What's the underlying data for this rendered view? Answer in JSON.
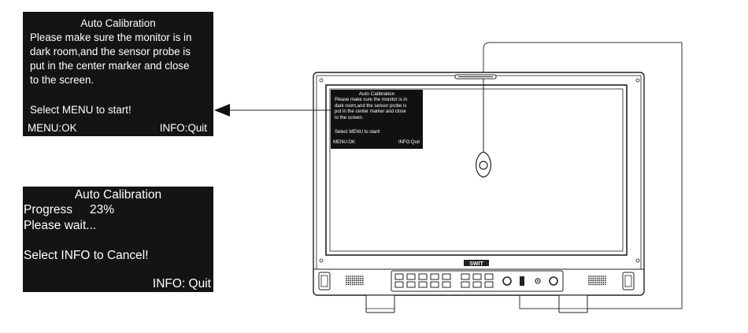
{
  "osd_start": {
    "title": "Auto Calibration",
    "lines": [
      "Please make sure the monitor is in",
      "dark room,and the sensor probe is",
      "put in the center marker and close",
      "to the screen."
    ],
    "start_text": "Select MENU to start!",
    "menu_ok": "MENU:OK",
    "info_quit": "INFO:Quit"
  },
  "osd_progress": {
    "title": "Auto Calibration",
    "progress_label": "Progress",
    "progress_value": "23%",
    "wait_text": "Please wait...",
    "cancel_text": "Select INFO to Cancel!",
    "info_quit": "INFO:  Quit"
  },
  "monitor": {
    "brand": "SWIT"
  }
}
